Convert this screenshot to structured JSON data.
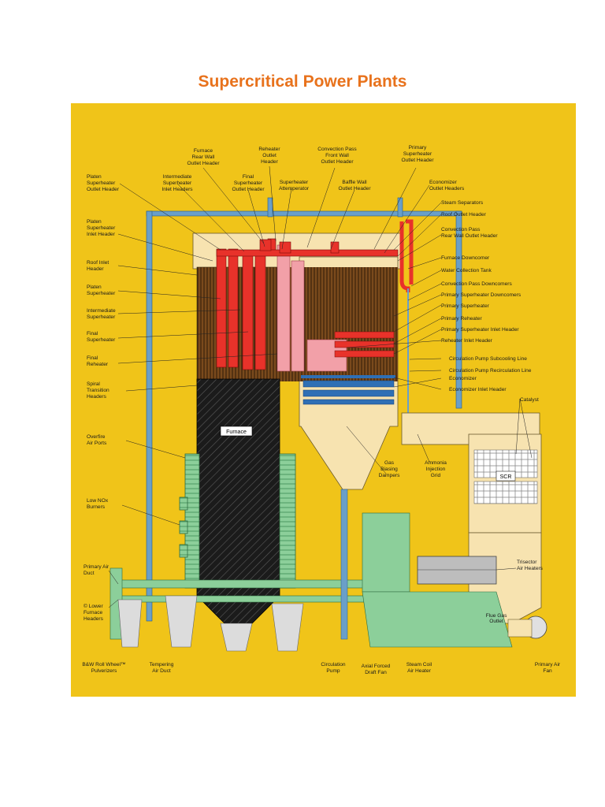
{
  "title": "Supercritical Power Plants",
  "labels": {
    "furnace_rear_wall_outlet_header": [
      "Furnace",
      "Rear Wall",
      "Outlet Header"
    ],
    "reheater_outlet_header": [
      "Reheater",
      "Outlet",
      "Header"
    ],
    "convection_pass_front_wall_outlet_header": [
      "Convection Pass",
      "Front Wall",
      "Outlet Header"
    ],
    "primary_superheater_outlet_header": [
      "Primary",
      "Superheater",
      "Outlet Header"
    ],
    "platen_superheater_outlet_header": [
      "Platen",
      "Superheater",
      "Outlet Header"
    ],
    "intermediate_superheater_inlet_headers": [
      "Intermediate",
      "Superheater",
      "Inlet Headers"
    ],
    "final_superheater_outlet_header": [
      "Final",
      "Superheater",
      "Outlet Header"
    ],
    "superheater_attemperator": [
      "Superheater",
      "Attemperator"
    ],
    "baffle_wall_outlet_header": [
      "Baffle Wall",
      "Outlet Header"
    ],
    "economizer_outlet_headers": [
      "Economizer",
      "Outlet Headers"
    ],
    "platen_superheater_inlet_header": [
      "Platen",
      "Superheater",
      "Inlet Header"
    ],
    "roof_inlet_header": [
      "Roof Inlet",
      "Header"
    ],
    "platen_superheater": [
      "Platen",
      "Superheater"
    ],
    "intermediate_superheater": [
      "Intermediate",
      "Superheater"
    ],
    "final_superheater": [
      "Final",
      "Superheater"
    ],
    "final_reheater": [
      "Final",
      "Reheater"
    ],
    "spiral_transition_headers": [
      "Spiral",
      "Transition",
      "Headers"
    ],
    "overfire_air_ports": [
      "Overfire",
      "Air Ports"
    ],
    "low_nox_burners": [
      "Low NOx",
      "Burners"
    ],
    "primary_air_duct": [
      "Primary Air",
      "Duct"
    ],
    "lower_furnace_headers": [
      "© Lower",
      "Furnace",
      "Headers"
    ],
    "pulverizers": [
      "B&W Roll Wheel™",
      "Pulverizers"
    ],
    "tempering_air_duct": [
      "Tempering",
      "Air Duct"
    ],
    "circulation_pump": [
      "Circulation",
      "Pump"
    ],
    "axial_forced_draft_fan": [
      "Axial Forced",
      "Draft Fan"
    ],
    "steam_coil_air_heater": [
      "Steam Coil",
      "Air Heater"
    ],
    "primary_air_fan": [
      "Primary Air",
      "Fan"
    ],
    "steam_separators": "Steam Separators",
    "roof_outlet_header": "Roof Outlet Header",
    "convection_pass_rear_wall_outlet_header": [
      "Convection Pass",
      "Rear Wall Outlet Header"
    ],
    "furnace_downcomer": "Furnace Downcomer",
    "water_collection_tank": "Water Collection Tank",
    "convection_pass_downcomers": "Convection Pass Downcomers",
    "primary_superheater_downcomers": "Primary Superheater Downcomers",
    "primary_superheater": "Primary Superheater",
    "primary_reheater": "Primary Reheater",
    "primary_superheater_inlet_header": "Primary Superheater Inlet Header",
    "reheater_inlet_header": "Reheater Inlet Header",
    "circulation_pump_subcooling_line": "Circulation Pump Subcooling Line",
    "circulation_pump_recirculation_line": "Circulation Pump Recirculation Line",
    "economizer": "Economizer",
    "economizer_inlet_header": "Economizer Inlet Header",
    "catalyst": "Catalyst",
    "gas_biasing_dampers": [
      "Gas",
      "Biasing",
      "Dampers"
    ],
    "ammonia_injection_grid": [
      "Ammonia",
      "Injection",
      "Grid"
    ],
    "trisector_air_heaters": [
      "Trisector",
      "Air Heaters"
    ],
    "flue_gas_outlet": [
      "Flue Gas",
      "Outlet"
    ],
    "furnace_tag": "Furnace",
    "scr_tag": "SCR"
  },
  "colors": {
    "background": "#f0c419",
    "title": "#e8721c",
    "superheater_red": "#e8322a",
    "reheater_pink": "#f2a0a8",
    "structure_blue": "#6a9fc8",
    "economizer_blue": "#2f6fb5",
    "duct_tan": "#f7e3b0",
    "air_green": "#8ccf9a",
    "furnace_black": "#1b1b1b"
  }
}
